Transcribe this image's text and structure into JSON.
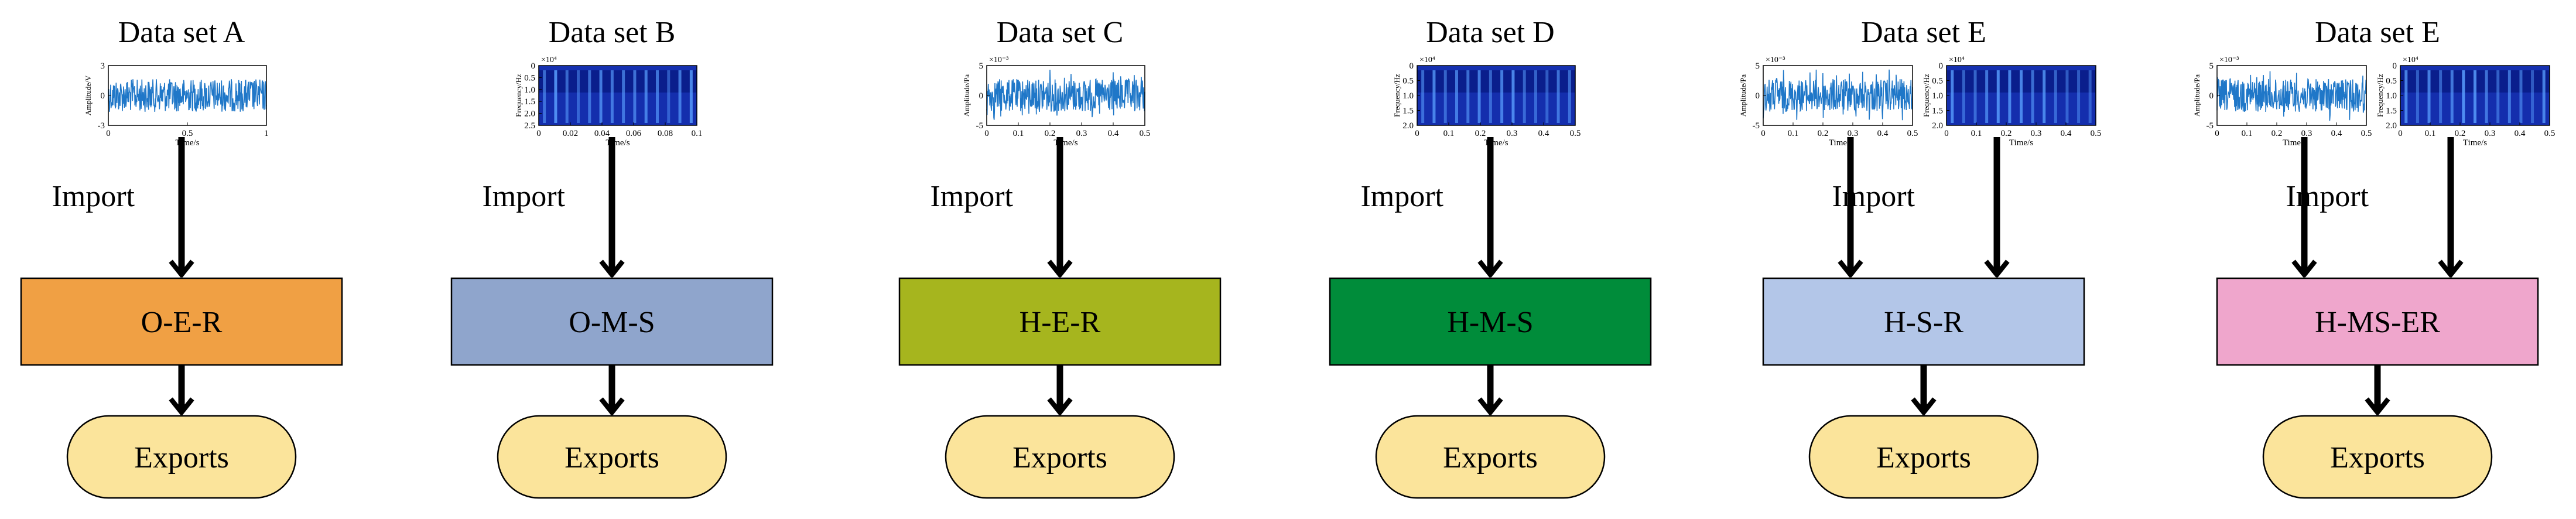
{
  "panels": [
    {
      "title": "Data set A",
      "import_label": "Import",
      "model": "O-E-R",
      "model_color": "#F0A044",
      "export_label": "Exports",
      "plots": [
        {
          "kind": "wave",
          "ylabel": "Amplitude/V",
          "yticks": [
            "3",
            "0",
            "-3"
          ],
          "xticks": [
            "0",
            "0.5",
            "1"
          ],
          "xlabel": "Time/s",
          "exp": ""
        }
      ]
    },
    {
      "title": "Data set B",
      "import_label": "Import",
      "model": "O-M-S",
      "model_color": "#8FA5CC",
      "export_label": "Exports",
      "plots": [
        {
          "kind": "spec",
          "ylabel": "Frequency/Hz",
          "yticks": [
            "0",
            "0.5",
            "1.0",
            "1.5",
            "2.0",
            "2.5"
          ],
          "xticks": [
            "0",
            "0.02",
            "0.04",
            "0.06",
            "0.08",
            "0.1"
          ],
          "xlabel": "Time/s",
          "exp": "×10⁴"
        }
      ]
    },
    {
      "title": "Data set C",
      "import_label": "Import",
      "model": "H-E-R",
      "model_color": "#A6B51E",
      "export_label": "Exports",
      "plots": [
        {
          "kind": "wave",
          "ylabel": "Amplitude/Pa",
          "yticks": [
            "5",
            "0",
            "-5"
          ],
          "xticks": [
            "0",
            "0.1",
            "0.2",
            "0.3",
            "0.4",
            "0.5"
          ],
          "xlabel": "Time/s",
          "exp": "×10⁻³"
        }
      ]
    },
    {
      "title": "Data set D",
      "import_label": "Import",
      "model": "H-M-S",
      "model_color": "#008C3A",
      "export_label": "Exports",
      "plots": [
        {
          "kind": "spec",
          "ylabel": "Frequency/Hz",
          "yticks": [
            "0",
            "0.5",
            "1.0",
            "1.5",
            "2.0"
          ],
          "xticks": [
            "0",
            "0.1",
            "0.2",
            "0.3",
            "0.4",
            "0.5"
          ],
          "xlabel": "Time/s",
          "exp": "×10⁴"
        }
      ]
    },
    {
      "title": "Data set E",
      "import_label": "Import",
      "model": "H-S-R",
      "model_color": "#B3C6E8",
      "export_label": "Exports",
      "plots": [
        {
          "kind": "wave",
          "ylabel": "Amplitude/Pa",
          "yticks": [
            "5",
            "0",
            "-5"
          ],
          "xticks": [
            "0",
            "0.1",
            "0.2",
            "0.3",
            "0.4",
            "0.5"
          ],
          "xlabel": "Time",
          "exp": "×10⁻³"
        },
        {
          "kind": "spec",
          "ylabel": "Frequency/Hz",
          "yticks": [
            "0",
            "0.5",
            "1.0",
            "1.5",
            "2.0"
          ],
          "xticks": [
            "0",
            "0.1",
            "0.2",
            "0.3",
            "0.4",
            "0.5"
          ],
          "xlabel": "Time/s",
          "exp": "×10⁴"
        }
      ]
    },
    {
      "title": "Data set E",
      "import_label": "Import",
      "model": "H-MS-ER",
      "model_color": "#EFA6CC",
      "export_label": "Exports",
      "plots": [
        {
          "kind": "wave",
          "ylabel": "Amplitude/Pa",
          "yticks": [
            "5",
            "0",
            "-5"
          ],
          "xticks": [
            "0",
            "0.1",
            "0.2",
            "0.3",
            "0.4",
            "0.5"
          ],
          "xlabel": "Time",
          "exp": "×10⁻³"
        },
        {
          "kind": "spec",
          "ylabel": "Frequency/Hz",
          "yticks": [
            "0",
            "0.5",
            "1.0",
            "1.5",
            "2.0"
          ],
          "xticks": [
            "0",
            "0.1",
            "0.2",
            "0.3",
            "0.4",
            "0.5"
          ],
          "xlabel": "Time/s",
          "exp": "×10⁴"
        }
      ]
    }
  ],
  "colors": {
    "wave": "#1F77C8",
    "spec_dark": "#0A1E8C",
    "spec_mid": "#1E3CC8",
    "spec_bright": "#5AA0FF",
    "export_fill": "#FBE49B",
    "arrow": "#000000"
  }
}
